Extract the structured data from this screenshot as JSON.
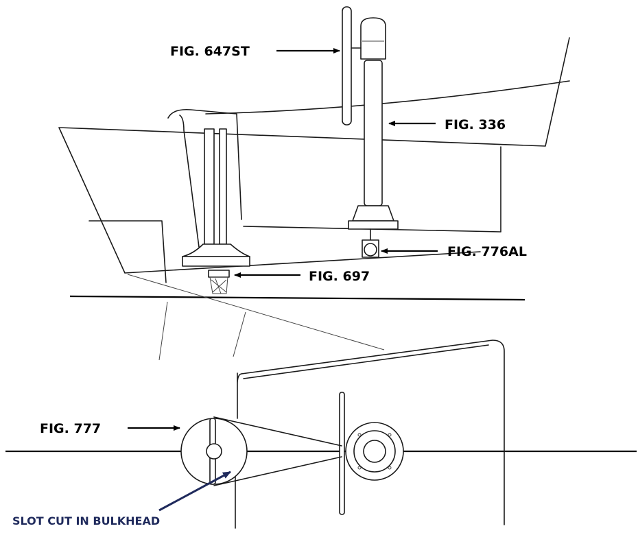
{
  "labels": {
    "fig_647st": "FIG. 647ST",
    "fig_336": "FIG. 336",
    "fig_776al": "FIG. 776AL",
    "fig_697": "FIG. 697",
    "fig_777": "FIG. 777",
    "slot_note": "SLOT CUT IN BULKHEAD"
  },
  "colors": {
    "ink": "#000000",
    "note": "#1f2a5c"
  }
}
